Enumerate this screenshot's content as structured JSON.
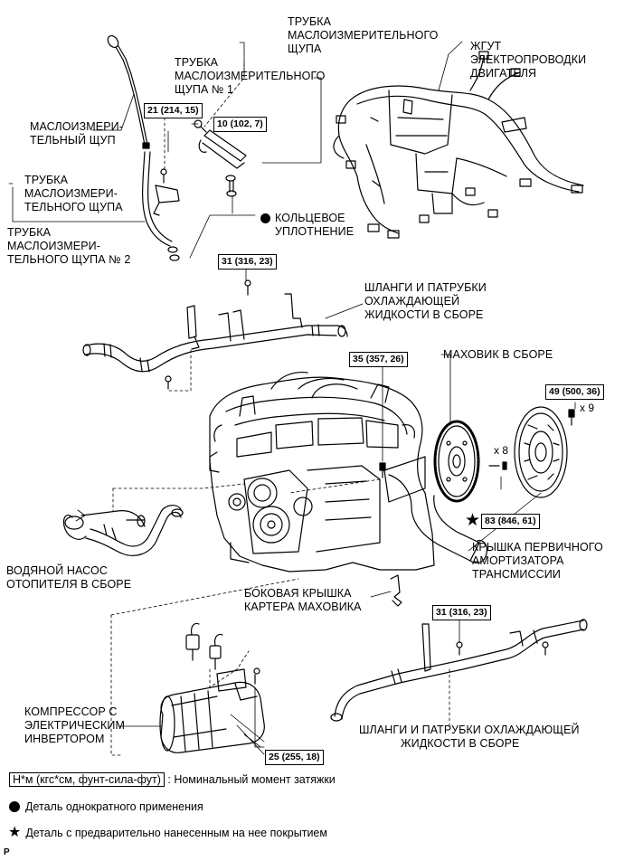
{
  "labels": {
    "dipstick_tube": [
      "ТРУБКА",
      "МАСЛОИЗМЕРИТЕЛЬНОГО",
      "ЩУПА"
    ],
    "dipstick_tube_no1": [
      "ТРУБКА",
      "МАСЛОИЗМЕРИТЕЛЬНОГО",
      "ЩУПА № 1"
    ],
    "engine_wire_harness": [
      "ЖГУТ",
      "ЭЛЕКТРОПРОВОДКИ",
      "ДВИГАТЕЛЯ"
    ],
    "oil_dipstick": [
      "МАСЛОИЗМЕРИ-",
      "ТЕЛЬНЫЙ ЩУП"
    ],
    "dipstick_tube_left": [
      "ТРУБКА",
      "МАСЛОИЗМЕРИ-",
      "ТЕЛЬНОГО ЩУПА"
    ],
    "dipstick_tube_no2": [
      "ТРУБКА",
      "МАСЛОИЗМЕРИ-",
      "ТЕЛЬНОГО ЩУПА № 2"
    ],
    "o_ring": [
      "КОЛЬЦЕВОЕ",
      "УПЛОТНЕНИЕ"
    ],
    "coolant_hoses_top": [
      "ШЛАНГИ И ПАТРУБКИ",
      "ОХЛАЖДАЮЩЕЙ",
      "ЖИДКОСТИ В СБОРЕ"
    ],
    "flywheel": [
      "МАХОВИК В СБОРЕ"
    ],
    "clutch_cover": [
      "КРЫШКА ПЕРВИЧНОГО",
      "АМОРТИЗАТОРА",
      "ТРАНСМИССИИ"
    ],
    "heater_water_pump": [
      "ВОДЯНОЙ НАСОС",
      "ОТОПИТЕЛЯ В СБОРЕ"
    ],
    "flywheel_side_cover": [
      "БОКОВАЯ КРЫШКА",
      "КАРТЕРА МАХОВИКА"
    ],
    "compressor": [
      "КОМПРЕССОР С",
      "ЭЛЕКТРИЧЕСКИМ",
      "ИНВЕРТОРОМ"
    ],
    "coolant_hoses_bottom": [
      "ШЛАНГИ И ПАТРУБКИ ОХЛАЖДАЮЩЕЙ",
      "ЖИДКОСТИ В СБОРЕ"
    ]
  },
  "torques": {
    "t21": "21 (214, 15)",
    "t10": "10 (102, 7)",
    "t31a": "31 (316, 23)",
    "t35": "35 (357, 26)",
    "t49": "49 (500, 36)",
    "t83": "83 (846, 61)",
    "t31b": "31 (316, 23)",
    "t25": "25 (255, 18)"
  },
  "counts": {
    "x9": "x 9",
    "x8": "x 8"
  },
  "legend": {
    "unit_box": "Н*м (кгс*см, фунт-сила-фут)",
    "unit_text": ": Номинальный момент затяжки",
    "non_reusable": "Деталь однократного применения",
    "precoated": "Деталь с предварительно нанесенным на нее покрытием"
  },
  "page_mark": "P"
}
